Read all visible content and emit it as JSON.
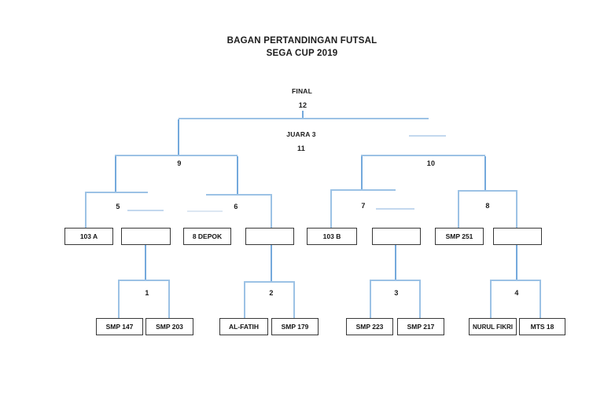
{
  "title": {
    "line1": "BAGAN PERTANDINGAN FUTSAL",
    "line2": "SEGA CUP 2019"
  },
  "bracket": {
    "final_label": "FINAL",
    "final_match": "12",
    "third_place_label": "JUARA 3",
    "third_place_match": "11",
    "semifinal_matches": [
      "9",
      "10"
    ],
    "quarterfinal_matches": [
      "5",
      "6",
      "7",
      "8"
    ],
    "first_round_matches": [
      "1",
      "2",
      "3",
      "4"
    ],
    "quarterfinal_slots": [
      "103 A",
      "",
      "8 DEPOK",
      "",
      "103 B",
      "",
      "SMP 251",
      ""
    ],
    "first_round_teams": [
      "SMP 147",
      "SMP 203",
      "AL-FATIH",
      "SMP 179",
      "SMP 223",
      "SMP 217",
      "NURUL FIKRI",
      "MTS 18"
    ]
  },
  "colors": {
    "bracket_line": "#9cc2e5",
    "bracket_stem": "#74a9dc",
    "winner_line": "#c3d8ee",
    "box_border": "#383838",
    "text": "#1c1c1c"
  }
}
